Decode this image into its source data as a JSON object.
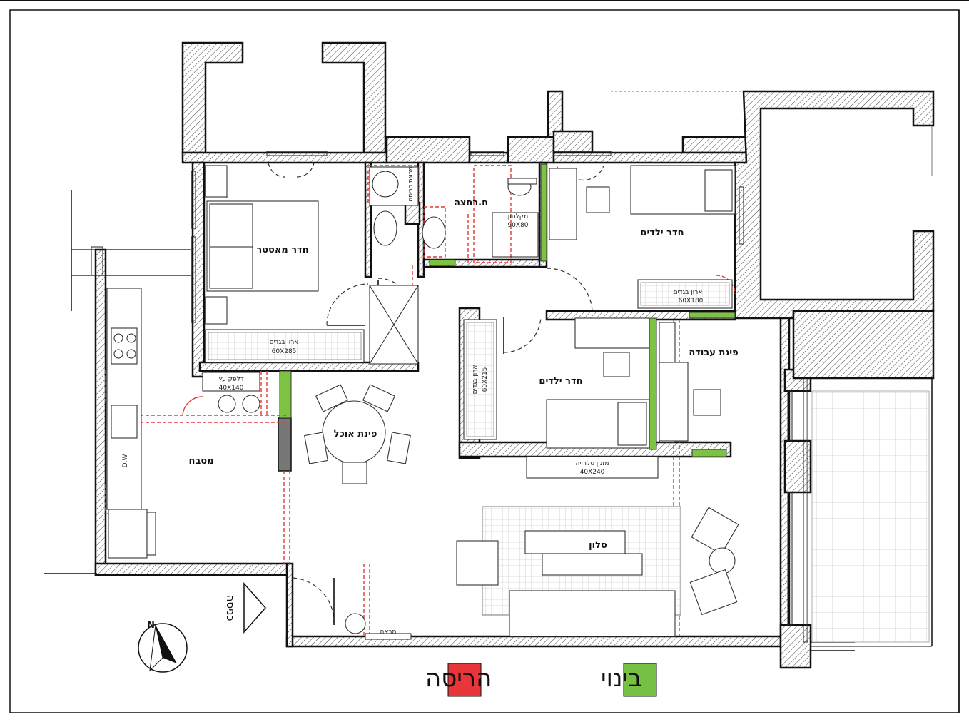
{
  "rooms": {
    "master_bedroom": "חדר מאסטר",
    "bathroom": "ח.רחצה",
    "kids_room_1": "חדר ילדים",
    "kids_room_2": "חדר ילדים",
    "work_area": "פינת עבודה",
    "dining": "פינת אוכל",
    "kitchen": "מטבח",
    "living": "סלון"
  },
  "furniture": {
    "master_wardrobe": "ארון בגדים",
    "master_wardrobe_size": "60X285",
    "kids1_wardrobe": "ארון בגדים",
    "kids1_wardrobe_size": "60X180",
    "kids2_wardrobe": "ארון בגדים",
    "kids2_wardrobe_size": "60X215",
    "pantry": "דלפק עץ",
    "pantry_size": "40X140",
    "shower": "מקלחון",
    "shower_size": "90X80",
    "washer": "מכונת כביסה",
    "tv_unit": "מזנון טלויזיה",
    "tv_unit_size": "40X240",
    "mirror": "מראה",
    "dishwasher": "D.W"
  },
  "entrance_label": "כניסה",
  "compass": {
    "north_label": "N"
  },
  "legend": {
    "demolition_label": "הריסה",
    "demolition_color": "#e8363a",
    "construction_label": "בינוי",
    "construction_color": "#76c043"
  }
}
